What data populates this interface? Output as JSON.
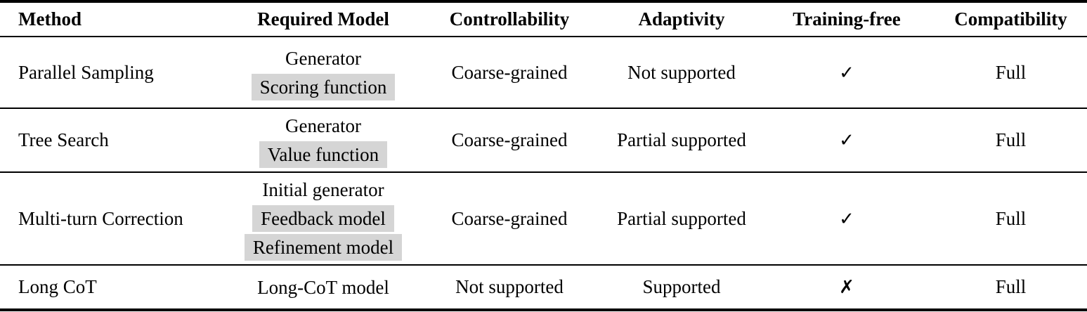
{
  "table": {
    "highlight_color": "#d5d5d5",
    "text_color": "#000000",
    "rule_color": "#000000",
    "columns": [
      "Method",
      "Required Model",
      "Controllability",
      "Adaptivity",
      "Training-free",
      "Compatibility"
    ],
    "rows": [
      {
        "method": "Parallel Sampling",
        "required_models": [
          {
            "text": "Generator",
            "highlighted": false
          },
          {
            "text": "Scoring function",
            "highlighted": true
          }
        ],
        "controllability": "Coarse-grained",
        "adaptivity": "Not supported",
        "training_free_mark": "✓",
        "compatibility": "Full"
      },
      {
        "method": "Tree Search",
        "required_models": [
          {
            "text": "Generator",
            "highlighted": false
          },
          {
            "text": "Value function",
            "highlighted": true
          }
        ],
        "controllability": "Coarse-grained",
        "adaptivity": "Partial supported",
        "training_free_mark": "✓",
        "compatibility": "Full"
      },
      {
        "method": "Multi-turn Correction",
        "required_models": [
          {
            "text": "Initial generator",
            "highlighted": false
          },
          {
            "text": "Feedback model",
            "highlighted": true
          },
          {
            "text": "Refinement model",
            "highlighted": true
          }
        ],
        "controllability": "Coarse-grained",
        "adaptivity": "Partial supported",
        "training_free_mark": "✓",
        "compatibility": "Full"
      },
      {
        "method": "Long CoT",
        "required_models": [
          {
            "text": "Long-CoT model",
            "highlighted": false
          }
        ],
        "controllability": "Not supported",
        "adaptivity": "Supported",
        "training_free_mark": "✗",
        "compatibility": "Full"
      }
    ]
  }
}
